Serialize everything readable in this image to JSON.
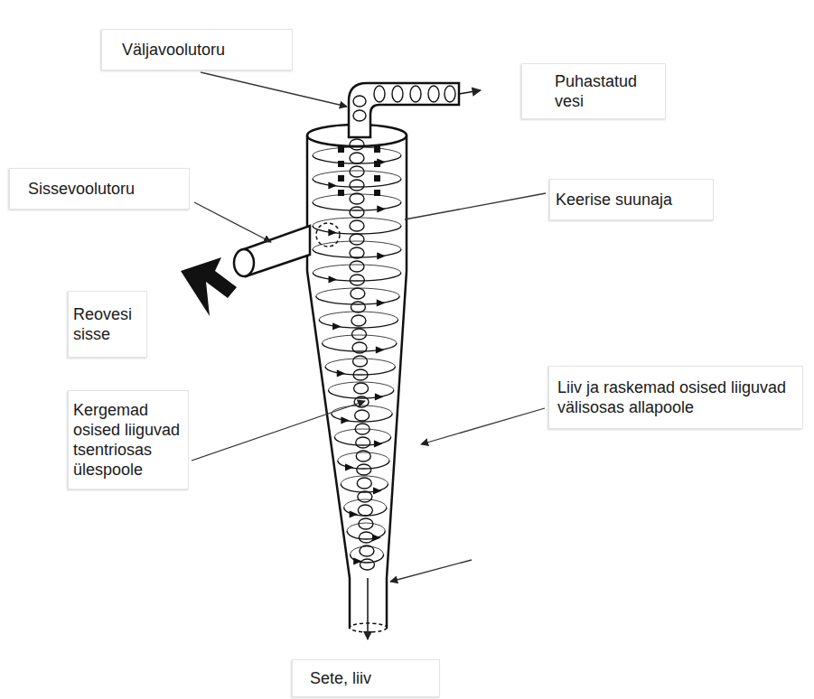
{
  "diagram": {
    "labels": [
      "Väljavoolutoru",
      "Puhastatud vesi",
      "Sissevoolutoru",
      "Keerise suunaja",
      "Reovesi sisse",
      "Kergemad osised liiguvad tsentriosas ülespoole",
      "Liiv ja raskemad osised liiguvad välisosas allapoole",
      "Sete, liiv"
    ]
  }
}
